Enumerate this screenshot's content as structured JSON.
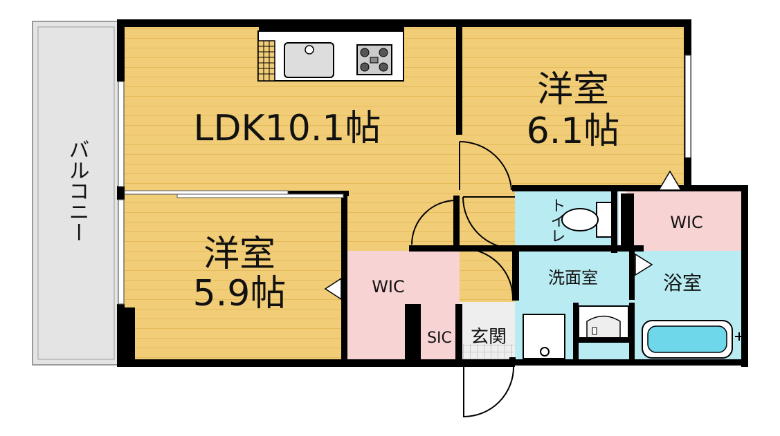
{
  "rooms": {
    "ldk": {
      "name": "LDK",
      "size": "10.1帖"
    },
    "western_north": {
      "name": "洋室",
      "size": "6.1帖"
    },
    "western_south": {
      "name": "洋室",
      "size": "5.9帖"
    },
    "wic_east": "WIC",
    "wic_center": "WIC",
    "toilet": "トイレ",
    "washroom": "洗面室",
    "bathroom": "浴室",
    "sic": "SIC",
    "entrance": "玄関",
    "balcony": "バルコニー"
  },
  "colors": {
    "floor_wood": "#f2cd78",
    "floor_wood_line": "#e8bd5e",
    "wet_area": "#b9ebf2",
    "closet": "#f8d3d3",
    "balcony": "#e4e4e4",
    "wall": "#000000",
    "entrance_tile": "#eeeeee"
  }
}
